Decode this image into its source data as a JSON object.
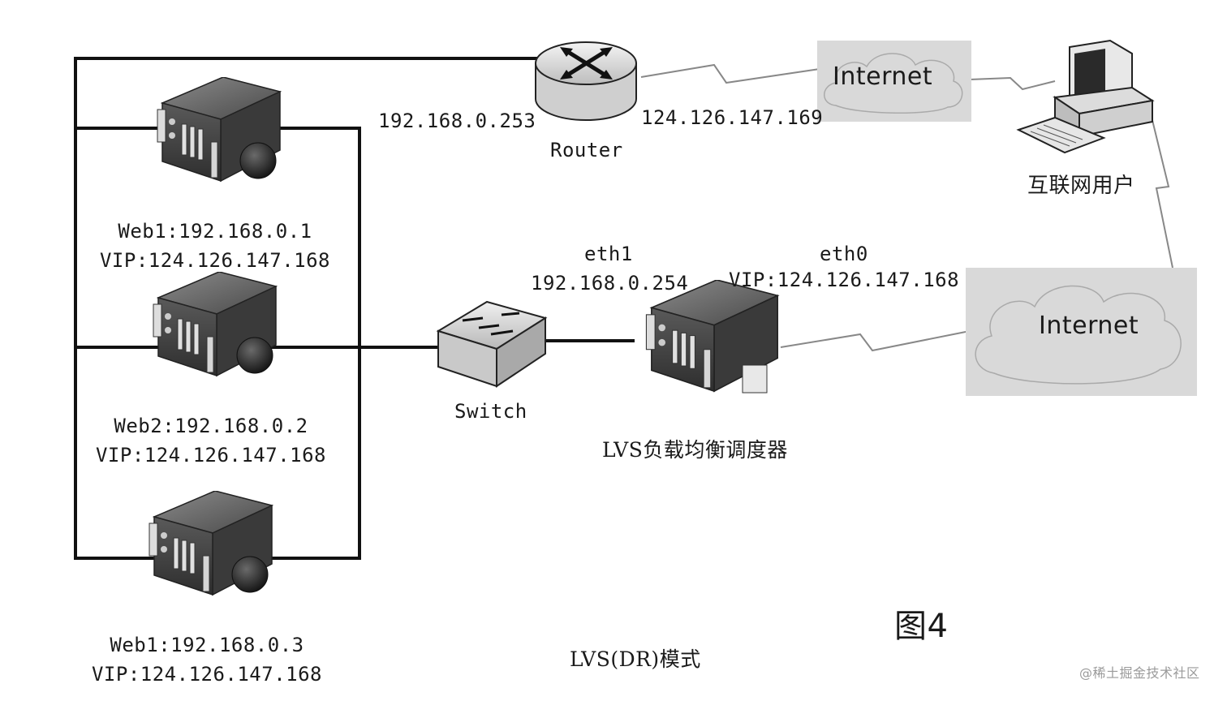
{
  "router": {
    "label": "Router",
    "lan_ip": "192.168.0.253",
    "wan_ip": "124.126.147.169"
  },
  "internet_top": {
    "label": "Internet"
  },
  "internet_bottom": {
    "label": "Internet"
  },
  "user": {
    "label": "互联网用户"
  },
  "switch": {
    "label": "Switch"
  },
  "lvs": {
    "label": "LVS负载均衡调度器",
    "eth1_name": "eth1",
    "eth1_ip": "192.168.0.254",
    "eth0_name": "eth0",
    "eth0_vip": "VIP:124.126.147.168"
  },
  "servers": [
    {
      "name_ip": "Web1:192.168.0.1",
      "vip": "VIP:124.126.147.168"
    },
    {
      "name_ip": "Web2:192.168.0.2",
      "vip": "VIP:124.126.147.168"
    },
    {
      "name_ip": "Web1:192.168.0.3",
      "vip": "VIP:124.126.147.168"
    }
  ],
  "caption": "LVS(DR)模式",
  "figure_label": "图4",
  "watermark": "@稀土掘金技术社区"
}
